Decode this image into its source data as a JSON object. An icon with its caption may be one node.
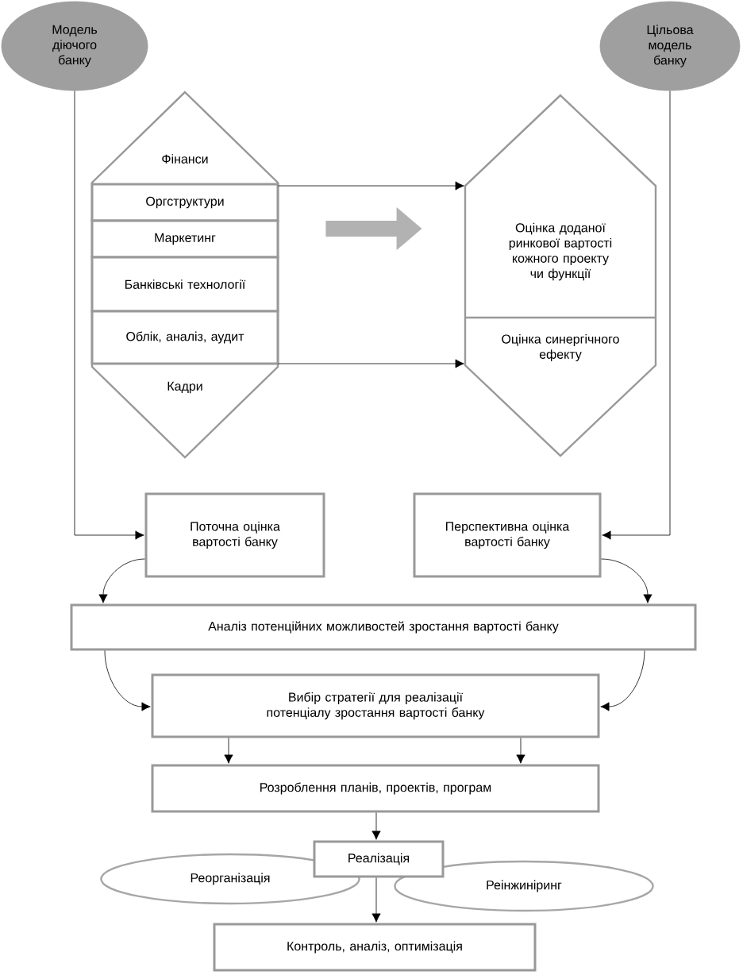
{
  "diagram": {
    "nodes": [
      {
        "text": [
          "Модель діючого банку"
        ]
      },
      {
        "text": [
          "Цільова модель банку"
        ]
      },
      {
        "text": [],
        "shape": "hexagon"
      },
      {
        "text": [
          "Фінанси"
        ],
        "in": 2
      },
      {
        "text": [
          "Оргструктури"
        ],
        "in": 2
      },
      {
        "text": [
          "Маркетинг"
        ],
        "in": 2
      },
      {
        "text": [
          "Банківські технології"
        ],
        "in": 2
      },
      {
        "text": [
          "Облік, аналіз, аудит"
        ],
        "in": 2
      },
      {
        "text": [
          "Кадри"
        ],
        "in": 2
      },
      {
        "text": [],
        "shape": "hexagon"
      },
      {
        "text": [
          "Оцінка доданої ринкової вартості кожного проекту чи функції"
        ],
        "in": 9
      },
      {
        "text": [
          "Оцінка синергічного ефекту"
        ],
        "in": 9
      },
      {
        "text": [
          "Поточна оцінка вартості банку"
        ]
      },
      {
        "text": [
          "Перспективна оцінка вартості банку"
        ]
      },
      {
        "text": [
          "Аналіз потенційних можливостей зростання вартості банку"
        ]
      },
      {
        "text": [
          "Вибір стратегії для реалізації потенціалу зростання вартості банку"
        ]
      },
      {
        "text": [
          "Розроблення планів, проектів, програм"
        ]
      },
      {
        "text": [
          "Реалізація"
        ]
      },
      {
        "text": [
          "Реорганізація"
        ]
      },
      {
        "text": [
          "Реінжиніринг"
        ]
      },
      {
        "text": [
          "Контроль, аналіз, оптимізація"
        ]
      }
    ],
    "edges": [
      {
        "from": 0,
        "to": 12,
        "arrow": "to"
      },
      {
        "from": 1,
        "to": 13,
        "arrow": "to"
      },
      {
        "from": 2,
        "to": 10,
        "arrow": "to"
      },
      {
        "from": 2,
        "to": 11,
        "arrow": "to"
      },
      {
        "from": 2,
        "to": 9,
        "arrow": "to",
        "style": "thick",
        "color": "#b2b2b2"
      },
      {
        "from": 12,
        "to": 14,
        "arrow": "to"
      },
      {
        "from": 13,
        "to": 14,
        "arrow": "to"
      },
      {
        "from": 14,
        "to": 15,
        "arrow": "to"
      },
      {
        "from": 14,
        "to": 15,
        "arrow": "to"
      },
      {
        "from": 15,
        "to": 16,
        "arrow": "to"
      },
      {
        "from": 15,
        "to": 16,
        "arrow": "to"
      },
      {
        "from": 16,
        "to": 17,
        "arrow": "to"
      },
      {
        "from": 17,
        "to": 20,
        "arrow": "to"
      }
    ]
  }
}
